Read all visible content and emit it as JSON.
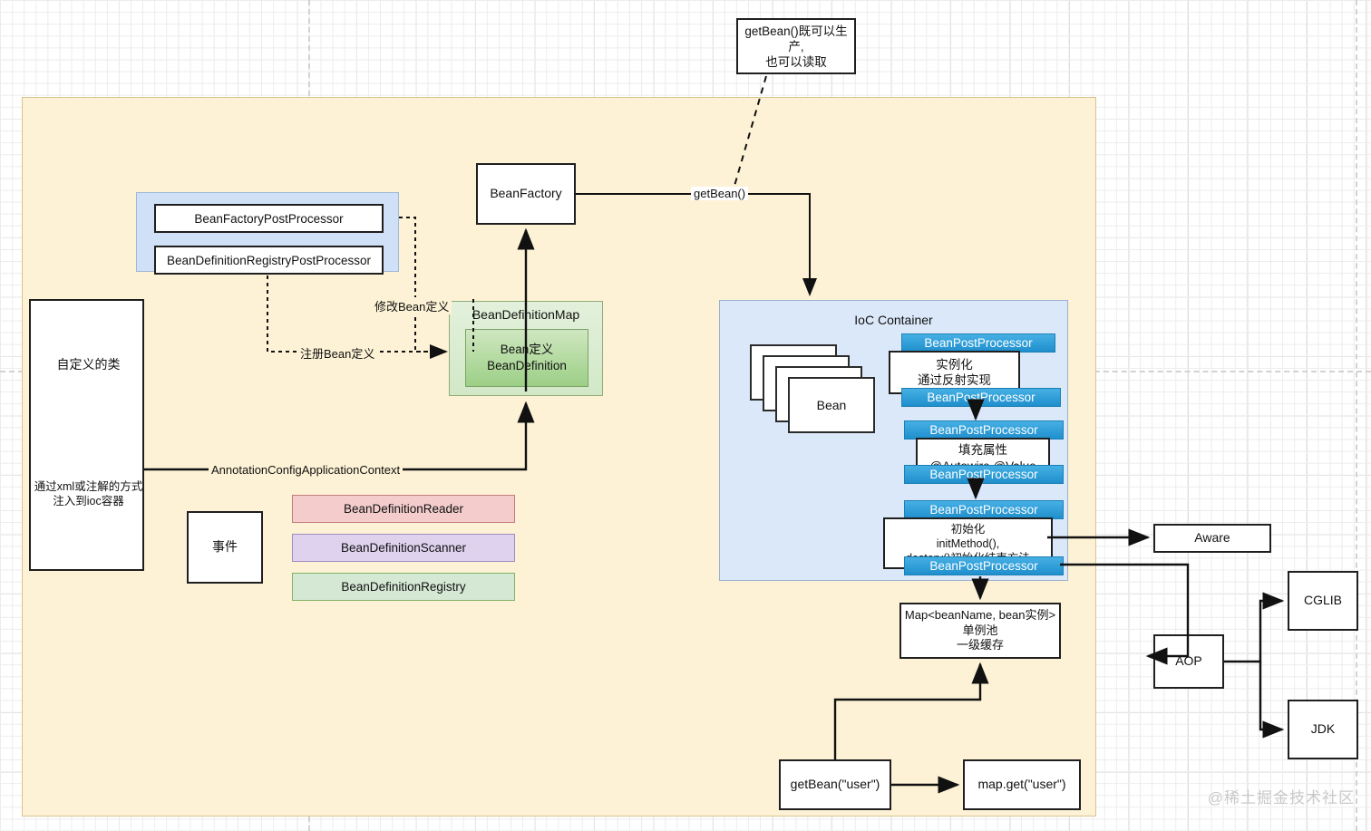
{
  "watermark": "@稀土掘金技术社区",
  "notes": {
    "getbean_note": "getBean()既可以生产,\n也可以读取"
  },
  "left": {
    "bfpp_panel": {
      "items": [
        {
          "label": "BeanFactoryPostProcessor"
        },
        {
          "label": "BeanDefinitionRegistryPostProcessor"
        }
      ]
    },
    "custom_class": {
      "title": "自定义的类",
      "subtitle": "通过xml或注解的方式\n注入到ioc容器"
    },
    "event_box": "事件",
    "tag_boxes": [
      {
        "label": "BeanDefinitionReader",
        "bg": "#f4cccc",
        "border": "#c27b7b"
      },
      {
        "label": "BeanDefinitionScanner",
        "bg": "#ded2ee",
        "border": "#a08bbf"
      },
      {
        "label": "BeanDefinitionRegistry",
        "bg": "#d5e8d4",
        "border": "#82b366"
      }
    ]
  },
  "edges": {
    "modify_bean_def": "修改Bean定义",
    "register_bean_def": "注册Bean定义",
    "annotation_context": "AnnotationConfigApplicationContext",
    "get_bean": "getBean()"
  },
  "bean_factory": "BeanFactory",
  "bean_definition_map": {
    "title": "BeanDefinitionMap",
    "inner": "Bean定义\nBeanDefinition"
  },
  "ioc": {
    "title": "IoC Container",
    "bean_card_label": "Bean",
    "post_processor_label": "BeanPostProcessor",
    "stages": [
      {
        "text": "实例化\n通过反射实现"
      },
      {
        "text": "填充属性\n@Autowire @Value"
      },
      {
        "text": "初始化\ninitMethod(),\ndestory()初始化结束方法"
      }
    ]
  },
  "singleton_pool": "Map<beanName, bean实例>\n单例池\n一级缓存",
  "bottom": {
    "get_bean_user": "getBean(\"user\")",
    "map_get_user": "map.get(\"user\")"
  },
  "right": {
    "aware": "Aware",
    "aop": "AOP",
    "cglib": "CGLIB",
    "jdk": "JDK"
  },
  "colors": {
    "container_bg": "#fdf2d5",
    "ioc_bg": "#dbe8fa",
    "bpp_blue": "#2f9fd8",
    "green_map": "#d2e8c7"
  }
}
